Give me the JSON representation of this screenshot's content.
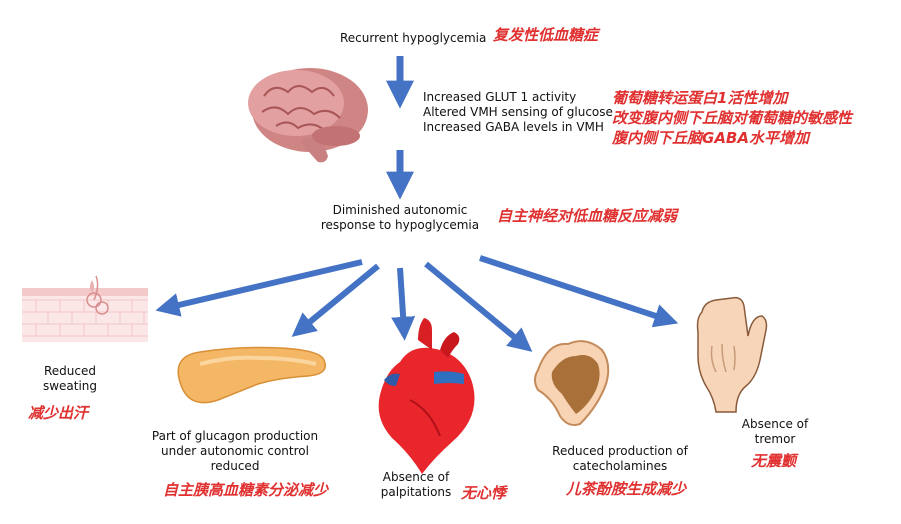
{
  "colors": {
    "arrow": "#4472c4",
    "chinese_text": "#e03030",
    "heart": "#e8262b",
    "pancreas": "#f2b25c",
    "brain": "#c97070"
  },
  "icons": [
    "brain-icon",
    "sweat-skin-icon",
    "pancreas-icon",
    "heart-icon",
    "adrenal-gland-icon",
    "hand-icon"
  ],
  "top": {
    "en": "Recurrent hypoglycemia",
    "cn": "复发性低血糖症"
  },
  "mechanisms": {
    "en": [
      "Increased GLUT 1 activity",
      "Altered VMH sensing of glucose",
      "Increased GABA levels in VMH"
    ],
    "cn": [
      "葡萄糖转运蛋白1活性增加",
      "改变腹内侧下丘脑对葡萄糖的敏感性",
      "腹内侧下丘脑GABA水平增加"
    ]
  },
  "middle": {
    "en": [
      "Diminished autonomic",
      "response to hypoglycemia"
    ],
    "cn": "自主神经对低血糖反应减弱"
  },
  "outcomes": {
    "sweating": {
      "en": [
        "Reduced",
        "sweating"
      ],
      "cn": "减少出汗"
    },
    "glucagon": {
      "en": [
        "Part of glucagon production",
        "under autonomic control",
        "reduced"
      ],
      "cn": "自主胰高血糖素分泌减少"
    },
    "palpitations": {
      "en": [
        "Absence of",
        "palpitations"
      ],
      "cn": "无心悸"
    },
    "catecholamines": {
      "en": [
        "Reduced production of",
        "catecholamines"
      ],
      "cn": "儿茶酚胺生成减少"
    },
    "tremor": {
      "en": [
        "Absence of",
        "tremor"
      ],
      "cn": "无震颤"
    }
  }
}
